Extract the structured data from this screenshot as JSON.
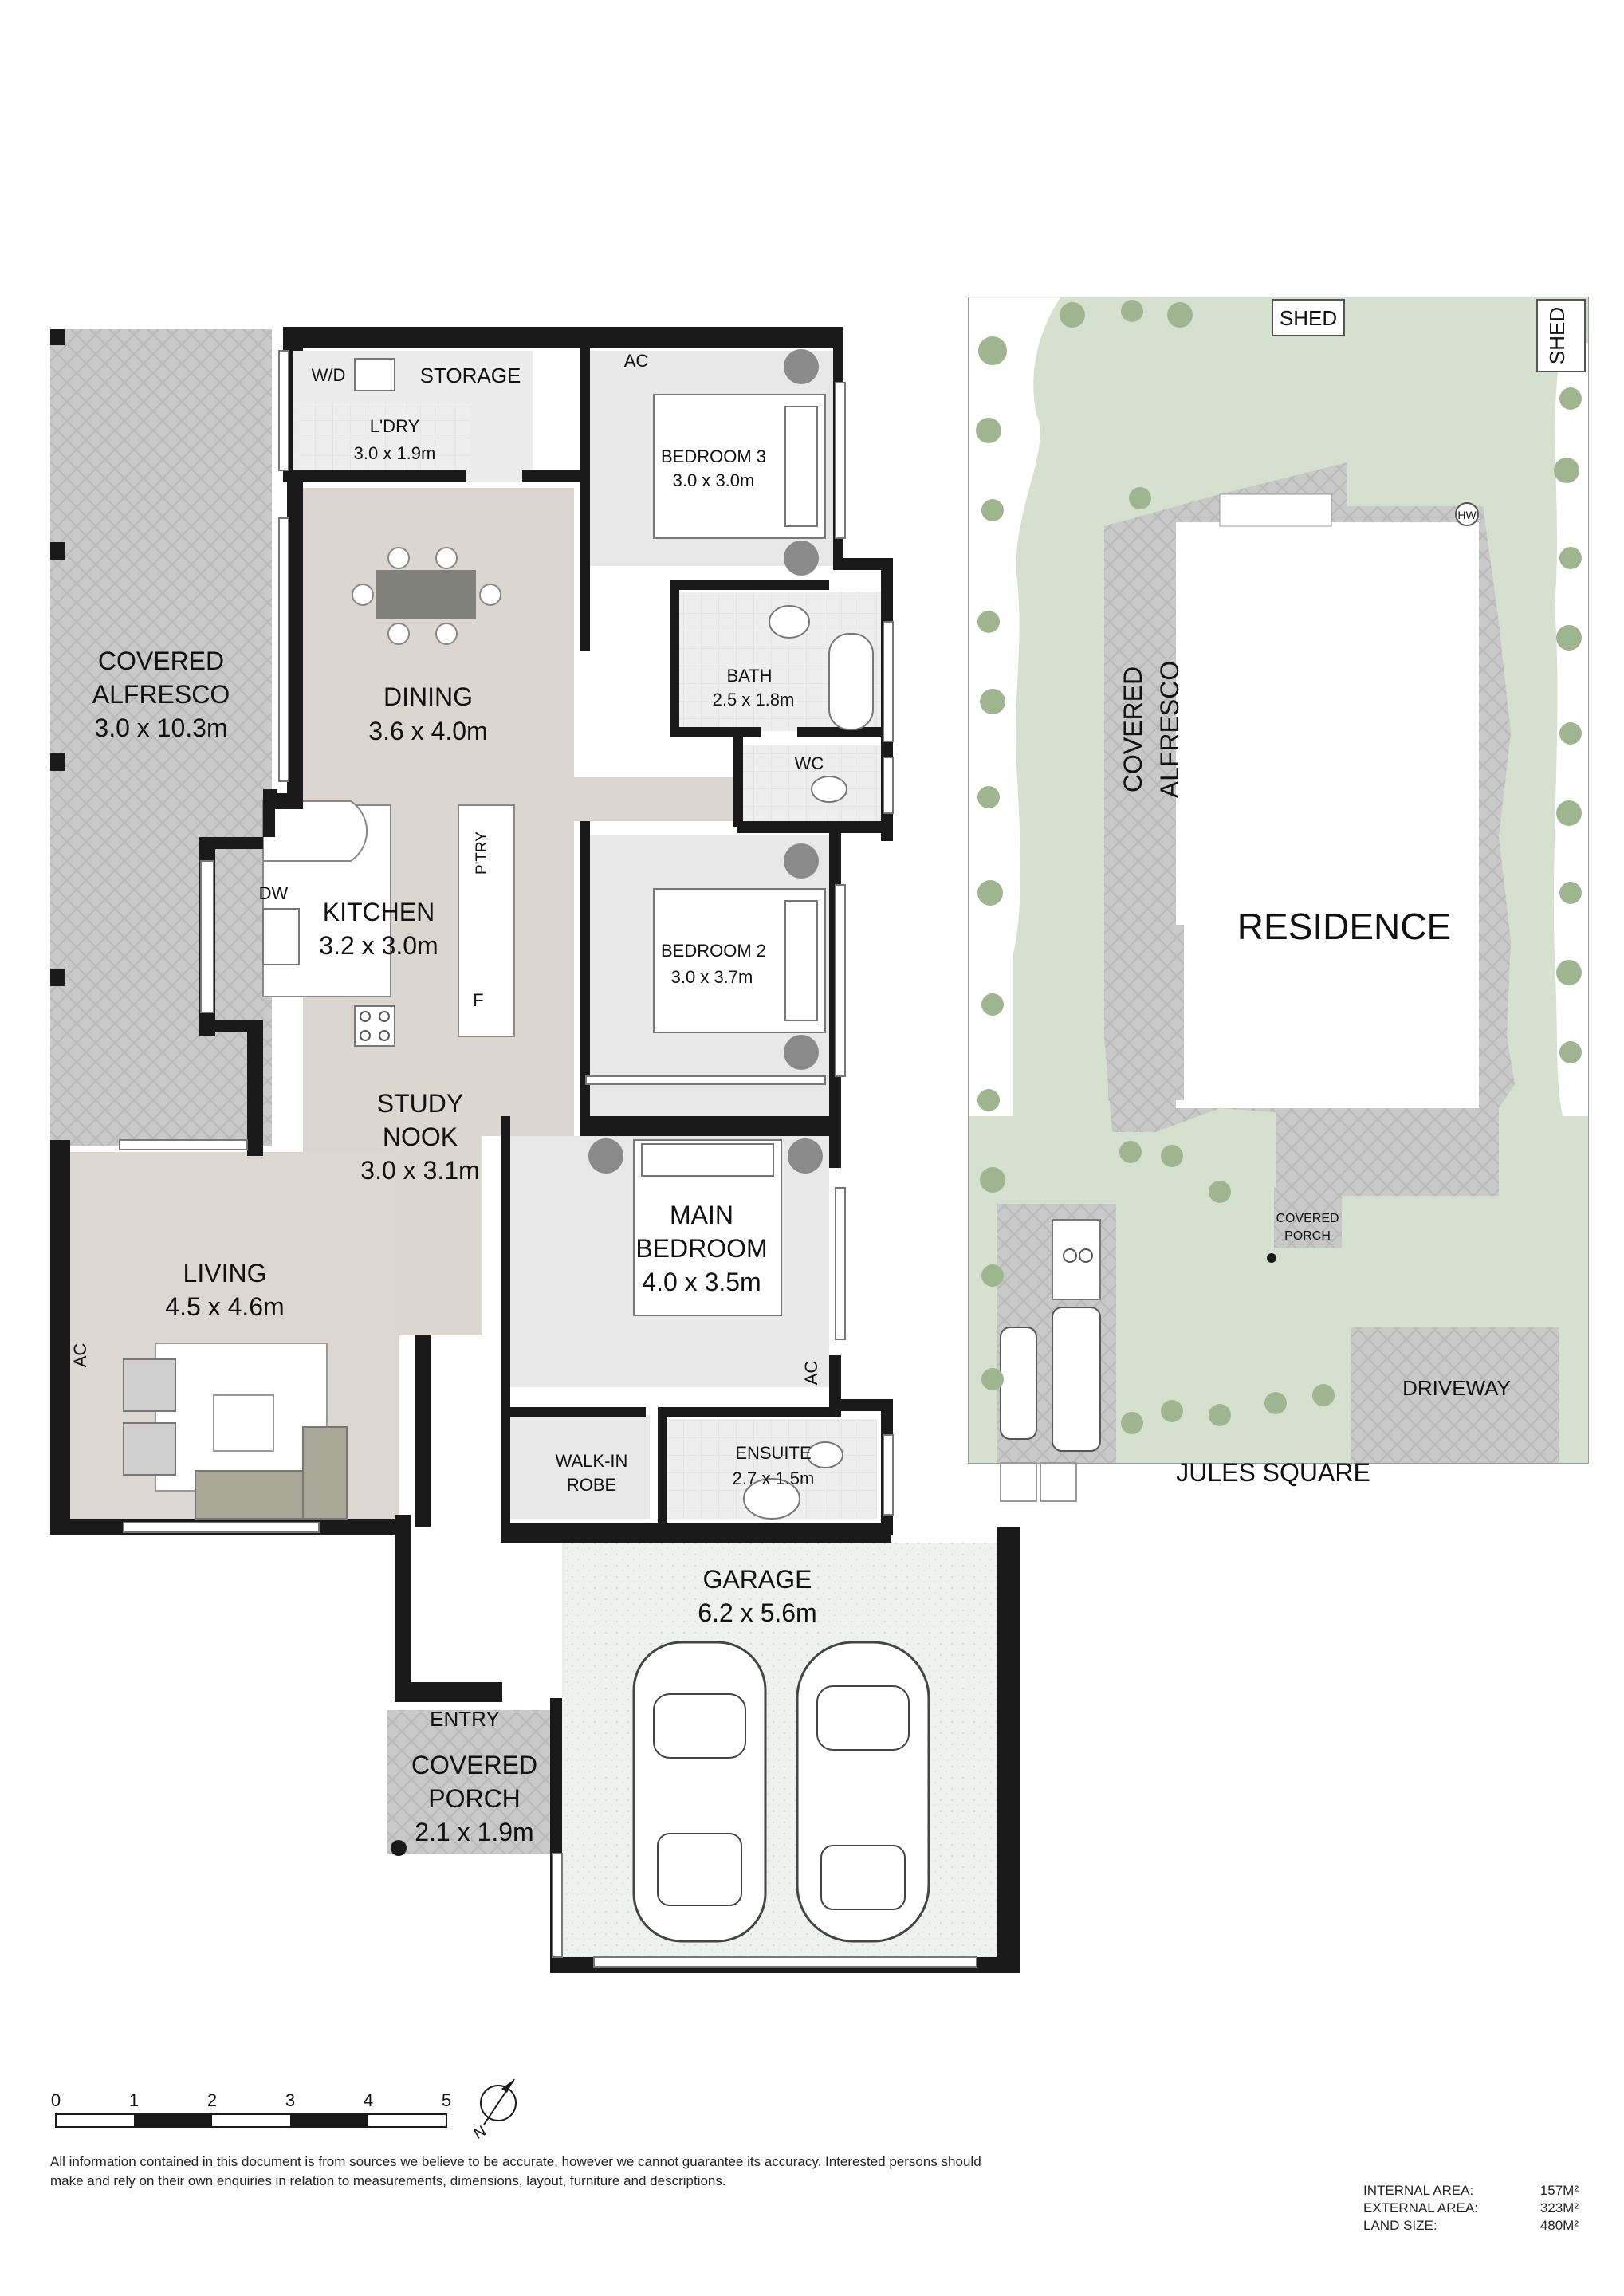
{
  "rooms": {
    "covered_alfresco": {
      "name_line1": "COVERED",
      "name_line2": "ALFRESCO",
      "size": "3.0 x 10.3m"
    },
    "wd": "W/D",
    "storage": "STORAGE",
    "laundry": {
      "name": "L'DRY",
      "size": "3.0 x 1.9m"
    },
    "ac_bed3": "AC",
    "bedroom3": {
      "name": "BEDROOM 3",
      "size": "3.0 x 3.0m"
    },
    "dining": {
      "name": "DINING",
      "size": "3.6 x 4.0m"
    },
    "bath": {
      "name": "BATH",
      "size": "2.5 x 1.8m"
    },
    "wc": "WC",
    "pantry": "P'TRY",
    "dw": "DW",
    "fridge": "F",
    "kitchen": {
      "name": "KITCHEN",
      "size": "3.2 x 3.0m"
    },
    "bedroom2": {
      "name": "BEDROOM 2",
      "size": "3.0 x 3.7m"
    },
    "study": {
      "name_line1": "STUDY",
      "name_line2": "NOOK",
      "size": "3.0 x 3.1m"
    },
    "main_bedroom": {
      "name_line1": "MAIN",
      "name_line2": "BEDROOM",
      "size": "4.0 x 3.5m"
    },
    "living": {
      "name": "LIVING",
      "size": "4.5 x 4.6m"
    },
    "ac_living": "AC",
    "ac_main": "AC",
    "walkin_robe": {
      "name_line1": "WALK-IN",
      "name_line2": "ROBE"
    },
    "ensuite": {
      "name": "ENSUITE",
      "size": "2.7 x 1.5m"
    },
    "garage": {
      "name": "GARAGE",
      "size": "6.2 x 5.6m"
    },
    "entry": "ENTRY",
    "covered_porch": {
      "name_line1": "COVERED",
      "name_line2": "PORCH",
      "size": "2.1 x 1.9m"
    }
  },
  "site_plan": {
    "shed_top": "SHED",
    "shed_side": "SHED",
    "hw": "HW",
    "covered_alfresco_line1": "COVERED",
    "covered_alfresco_line2": "ALFRESCO",
    "residence": "RESIDENCE",
    "covered_porch_line1": "COVERED",
    "covered_porch_line2": "PORCH",
    "driveway": "DRIVEWAY",
    "street": "JULES SQUARE"
  },
  "scale_bar": {
    "ticks": [
      "0",
      "1",
      "2",
      "3",
      "4",
      "5"
    ],
    "north": "N"
  },
  "disclaimer": "All information contained in this document is from sources we believe to be accurate, however we cannot guarantee its accuracy. Interested persons should make and rely on their own enquiries in relation to measurements, dimensions, layout, furniture and descriptions.",
  "areas": [
    {
      "label": "INTERNAL AREA:",
      "value": "157M²"
    },
    {
      "label": "EXTERNAL AREA:",
      "value": "323M²"
    },
    {
      "label": "LAND SIZE:",
      "value": "480M²"
    }
  ],
  "colors": {
    "wall": "#1a1a1a",
    "floor_grey": "#e9e9e9",
    "floor_beige": "#d9d3cd",
    "lawn": "#d4dfcb",
    "paving": "#c4c4c4",
    "garage_floor": "#eef1ee"
  }
}
